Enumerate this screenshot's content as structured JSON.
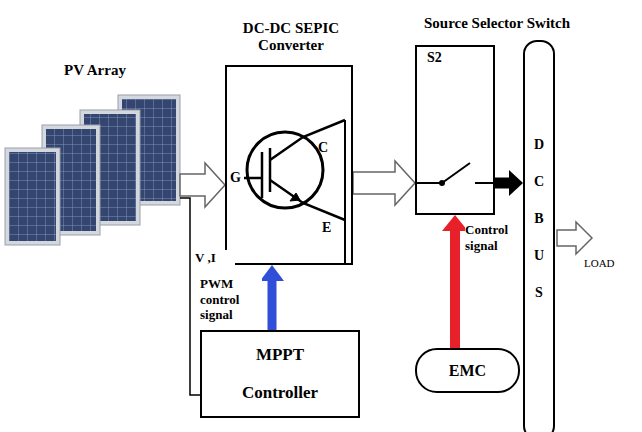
{
  "diagram": {
    "nodes": [
      {
        "text": [
          "PV Array"
        ]
      },
      {
        "text": [
          "DC-DC SEPIC Converter"
        ]
      },
      {
        "text": [
          "Source Selector Switch"
        ]
      },
      {
        "text": [
          "D C B U S"
        ]
      },
      {
        "text": [
          "MPPT Controller"
        ]
      },
      {
        "text": [
          "EMC"
        ]
      }
    ],
    "edges": [
      {
        "from": 0,
        "to": 1,
        "arrow": "to"
      },
      {
        "from": 1,
        "to": 2,
        "arrow": "to"
      },
      {
        "from": 2,
        "to": 3,
        "arrow": "to"
      },
      {
        "from": 0,
        "to": 4,
        "label": "V ,I",
        "arrow": "none"
      },
      {
        "from": 4,
        "to": 1,
        "label": "PWM control signal",
        "arrow": "to"
      },
      {
        "from": 5,
        "to": 2,
        "label": "Control signal",
        "arrow": "to"
      }
    ],
    "labels": [
      "G",
      "C",
      "E",
      "S2",
      "LOAD"
    ]
  }
}
